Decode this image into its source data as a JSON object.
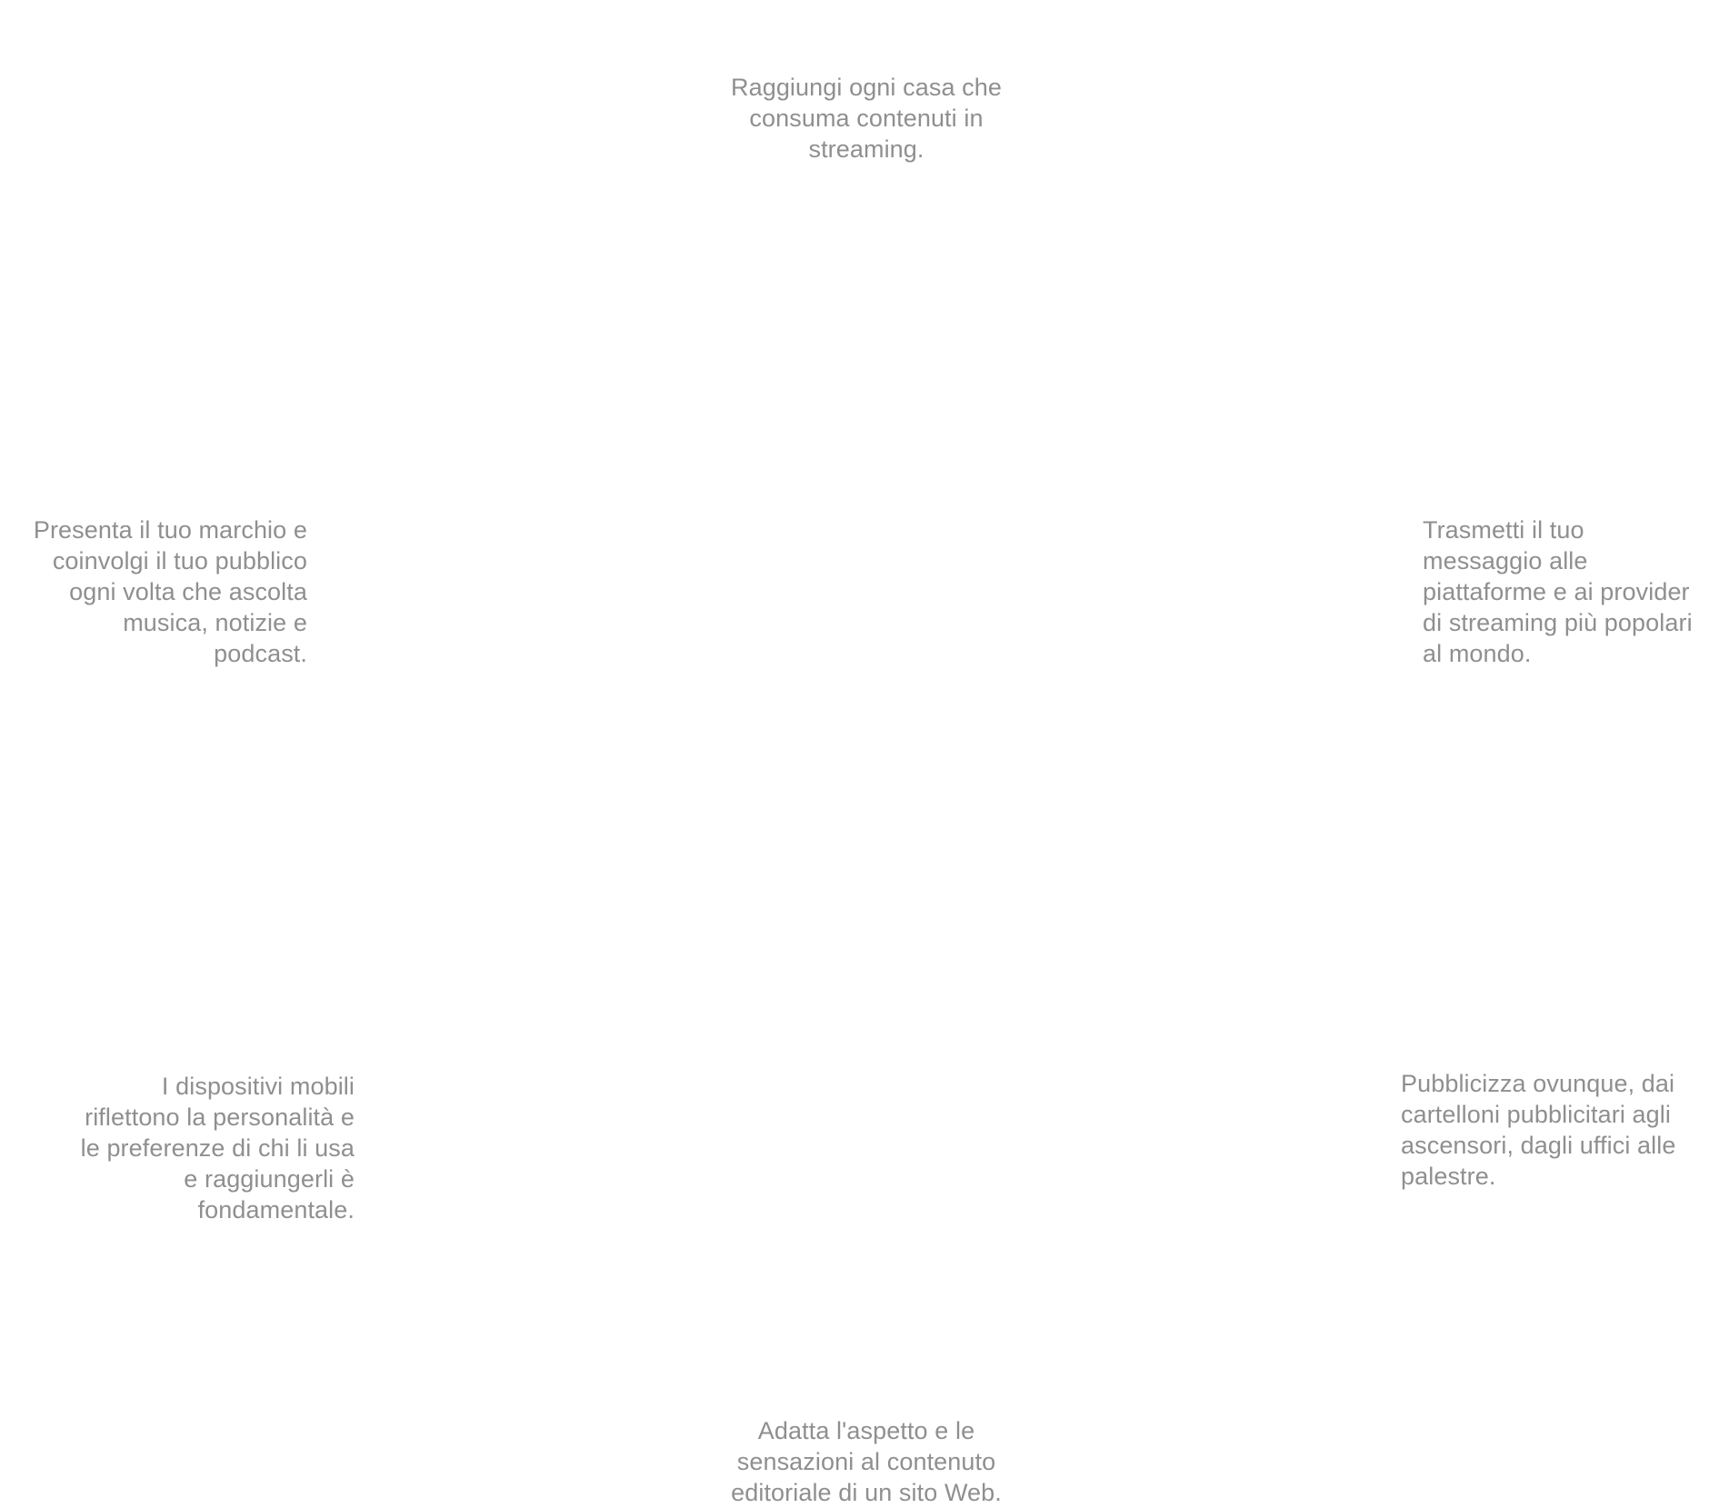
{
  "page": {
    "background": "#ffffff",
    "text_color": "#8f8f8f"
  },
  "captions": {
    "top": {
      "lines": [
        "Raggiungi ogni casa che",
        "consuma contenuti in",
        "streaming."
      ]
    },
    "left": {
      "lines": [
        "Presenta il tuo marchio e",
        "coinvolgi il tuo pubblico",
        "ogni volta che ascolta",
        "musica, notizie e",
        "podcast."
      ]
    },
    "right": {
      "lines": [
        "Trasmetti il tuo",
        "messaggio alle",
        "piattaforme e ai provider",
        "di streaming più popolari",
        "al mondo."
      ]
    },
    "bottom_left": {
      "lines": [
        "I dispositivi mobili",
        "riflettono la personalità e",
        "le preferenze di chi li usa",
        "e raggiungerli è",
        "fondamentale."
      ]
    },
    "bottom_right": {
      "lines": [
        "Pubblicizza ovunque, dai",
        "cartelloni pubblicitari agli",
        "ascensori, dagli uffici alle",
        "palestre."
      ]
    },
    "bottom": {
      "lines": [
        "Adatta l'aspetto e le",
        "sensazioni al contenuto",
        "editoriale di un sito Web."
      ]
    }
  }
}
